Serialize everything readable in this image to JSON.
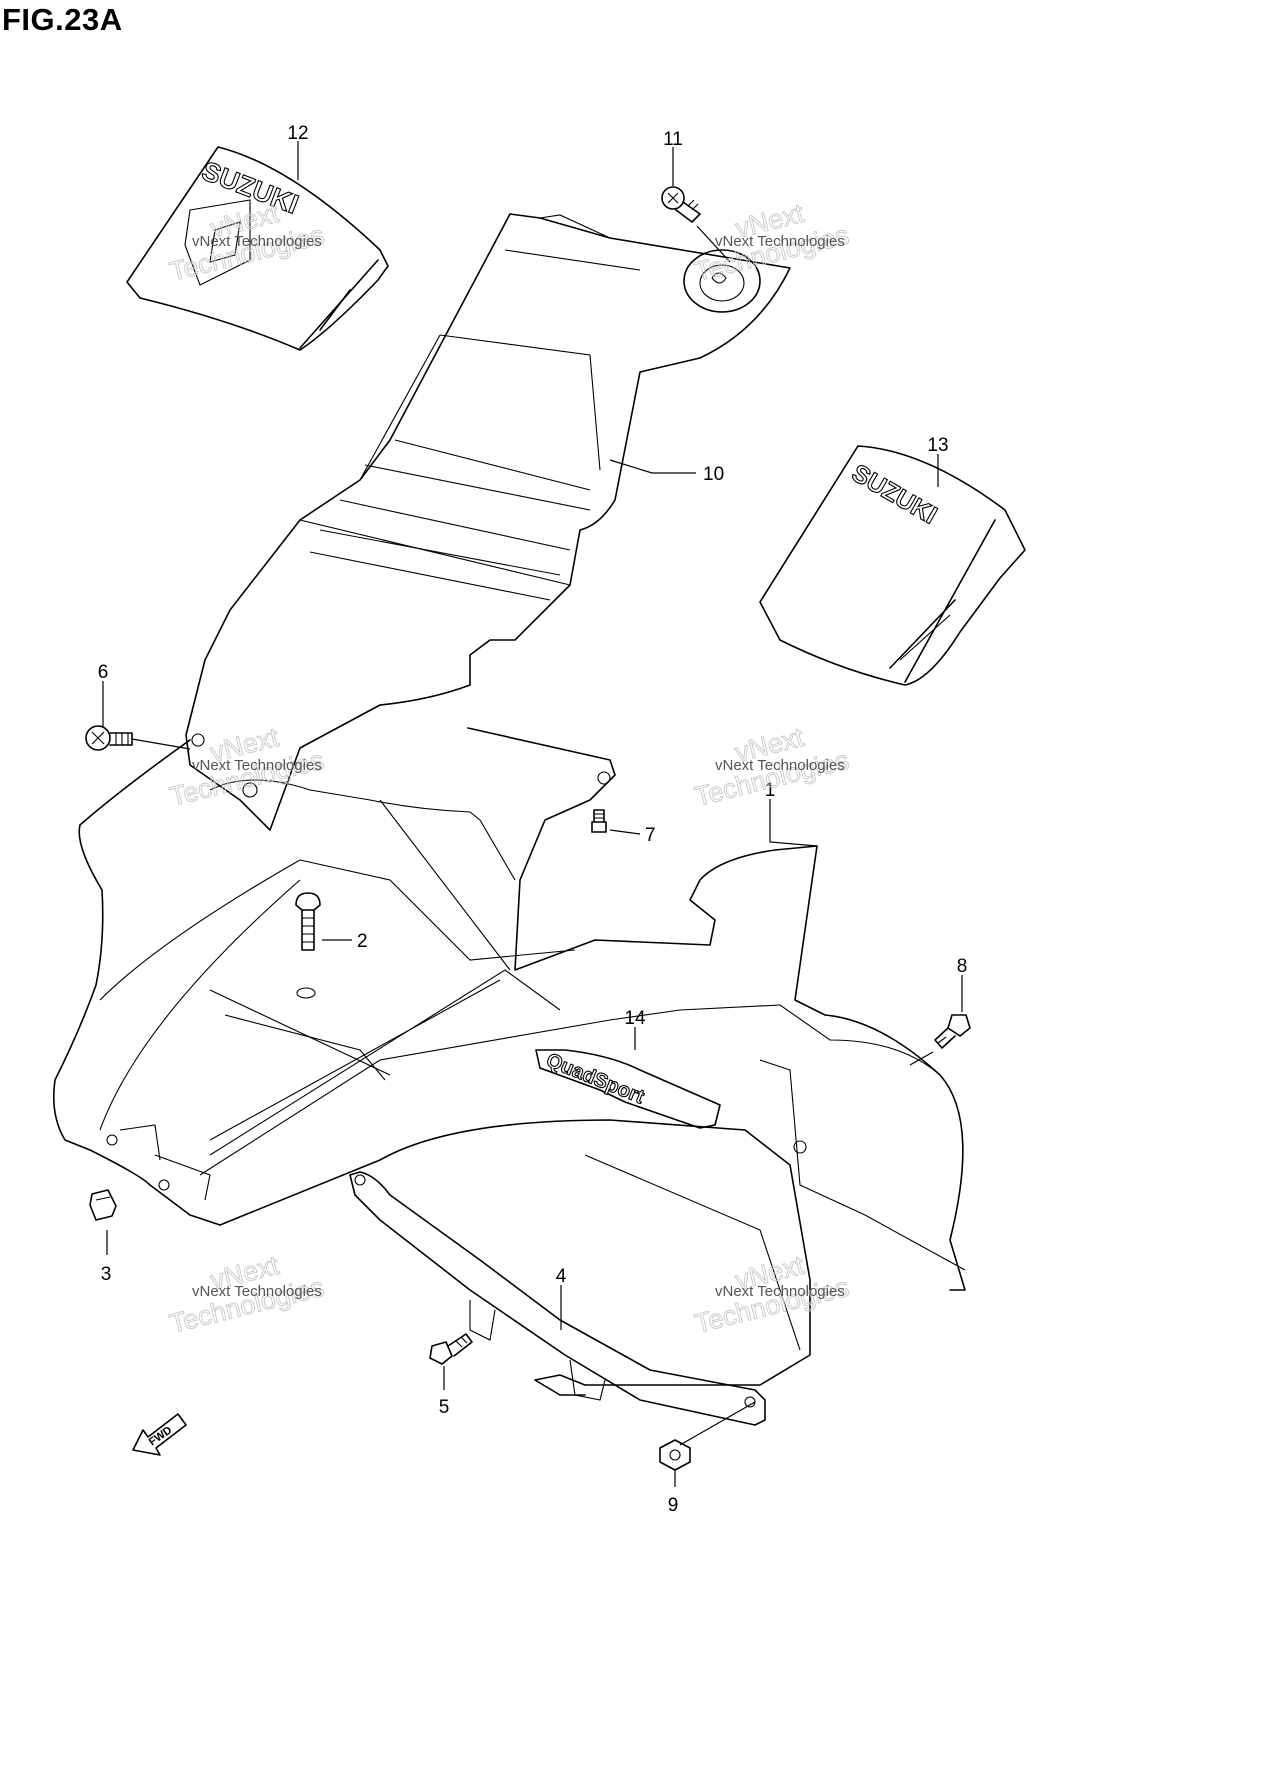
{
  "figure": {
    "title": "FIG.23A"
  },
  "callouts": [
    "1",
    "2",
    "3",
    "4",
    "5",
    "6",
    "7",
    "8",
    "9",
    "10",
    "11",
    "12",
    "13",
    "14"
  ],
  "decals": {
    "brand": "SUZUKI",
    "model_emblem": "QuadSport"
  },
  "fwd_label": "FWD",
  "watermark": {
    "line1": "vNext",
    "line2": "Technologies",
    "small": "vNext Technologies"
  },
  "colors": {
    "line": "#000000",
    "background": "#ffffff",
    "watermark": "#c8c8c8"
  }
}
